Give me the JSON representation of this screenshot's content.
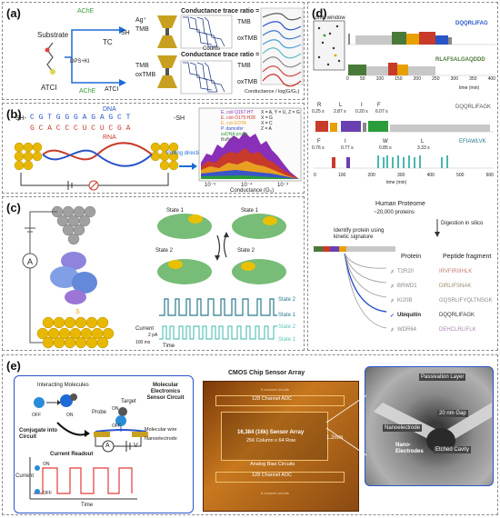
{
  "panels": {
    "a": {
      "label": "(a)",
      "substrate": "Substrate",
      "atci": "ATCI",
      "ache": "AChE",
      "tc": "TC",
      "sh": "SH",
      "agplus": "Ag⁺",
      "tmb": "TMB",
      "dps_ki": "DPS+KI",
      "oxtmb": "oxTMB",
      "ratio1": "Conductance trace ratio = 4:1",
      "ratio2": "Conductance trace ratio = 1:4",
      "counts": "Counts",
      "conductance_axis": "Conductance / log(G/G₀)"
    },
    "b": {
      "label": "(b)",
      "dna": "DNA",
      "rna": "RNA",
      "sh_left": "SH-",
      "sh_right": "-SH",
      "dna_seq": "C G T G G G A G A G C T",
      "rna_seq": "G C A C C C U C U C G A",
      "pulling": "Pulling direction",
      "xlabel": "Conductance (G₀)",
      "legend": [
        "E. coli Q157-HT",
        "E. coli O175:H28",
        "E. coli EDTA",
        "P. damnifer",
        "ssDNA probe",
        "Buffer"
      ],
      "key": [
        "X = A, Y = U, Z = G",
        "X = G",
        "X = C",
        "Z = A"
      ],
      "ticks": [
        "10⁻⁵",
        "10⁻⁴",
        "10⁻³"
      ]
    },
    "c": {
      "label": "(c)",
      "a_symbol": "A",
      "state1": "State 1",
      "state2": "State 2",
      "current_label": "Current",
      "cur_scale": "2 pA",
      "time_scale": "100 ms",
      "time_label": "Time"
    },
    "d": {
      "label": "(d)",
      "chip_window": "chip window",
      "seq1": "DQQRLIFAG",
      "seq2": "RLAFSALGAQDDD",
      "time_axis": "time (min)",
      "xticks1": [
        "0",
        "50",
        "100",
        "150",
        "200",
        "250",
        "300",
        "350",
        "400"
      ],
      "seq3": "DQQRLIFAGK",
      "seq4": "EFIAWLVK",
      "xticks2": [
        "0",
        "100",
        "200",
        "300",
        "400",
        "500",
        "600"
      ],
      "row1_letters": [
        "R",
        "L",
        "I",
        "F"
      ],
      "row1_times": [
        "0.25 s",
        "2.87 s",
        "0.20 s",
        "6.07 s"
      ],
      "row2_letters": [
        "F",
        "I",
        "W",
        "L"
      ],
      "row2_times": [
        "0.76 s",
        "0.77 s",
        "0.85 s",
        "3.33 s"
      ],
      "human_proteome": "Human Proteome",
      "proteome_count": "~20,000 proteins",
      "digestion": "Digestion in silico",
      "identify": "Identify protein using kinetic signature",
      "col_protein": "Protein",
      "col_peptide": "Peptide fragment",
      "proteins": [
        {
          "mark": "✗",
          "name": "T2R20",
          "peptide": "IRVFIRIIIHLK"
        },
        {
          "mark": "✗",
          "name": "BRWD1",
          "peptide": "DIRLIFSNAK"
        },
        {
          "mark": "✗",
          "name": "KI20B",
          "peptide": "GQSRLIFYQLTNSGK"
        },
        {
          "mark": "✓",
          "name": "Ubiquitin",
          "peptide": "DQQRLIFAGK"
        },
        {
          "mark": "✗",
          "name": "WDR64",
          "peptide": "DEHCLRLIFLK"
        }
      ]
    },
    "e": {
      "label": "(e)",
      "interacting": "Interacting Molecules",
      "conjugate": "Conjugate into Circuit",
      "probe": "Probe",
      "target": "Target",
      "on": "ON",
      "off": "OFF",
      "molwire": "Molecular wire",
      "nanoelectrode": "Nanoelectrode",
      "circuit_title": "Molecular Electronics Sensor Circuit",
      "current_readout": "Current Readout",
      "current_axis": "Current",
      "time_axis": "Time",
      "a_symbol": "A",
      "v_symbol": "V",
      "chip_title": "CMOS Chip Sensor Array",
      "channel_adc_top": "128 Channel ADC",
      "channel_adc_bottom": "128 Channel ADC",
      "sensor_array": "16,384 (16k) Sensor Array",
      "columns_rows": "256 Column x 64 Row",
      "analog_bias": "Analog Bias Circuits",
      "bchannel": "8 channel circuits",
      "size": "1.2mm",
      "sem_labels": [
        "Passivation Layer",
        "20 nm Gap",
        "Nanoelectrode",
        "Etched Cavity"
      ],
      "nano_electrodes": "Nano-Electrodes"
    }
  },
  "colors": {
    "gold": "#e8b800",
    "dna_blue": "#2a55c8",
    "rna_red": "#c83a2a",
    "teal": "#4cb6b0",
    "purple": "#7a3fb0",
    "chip_orange": "#c8781e",
    "accent_red": "#e23b3b"
  }
}
